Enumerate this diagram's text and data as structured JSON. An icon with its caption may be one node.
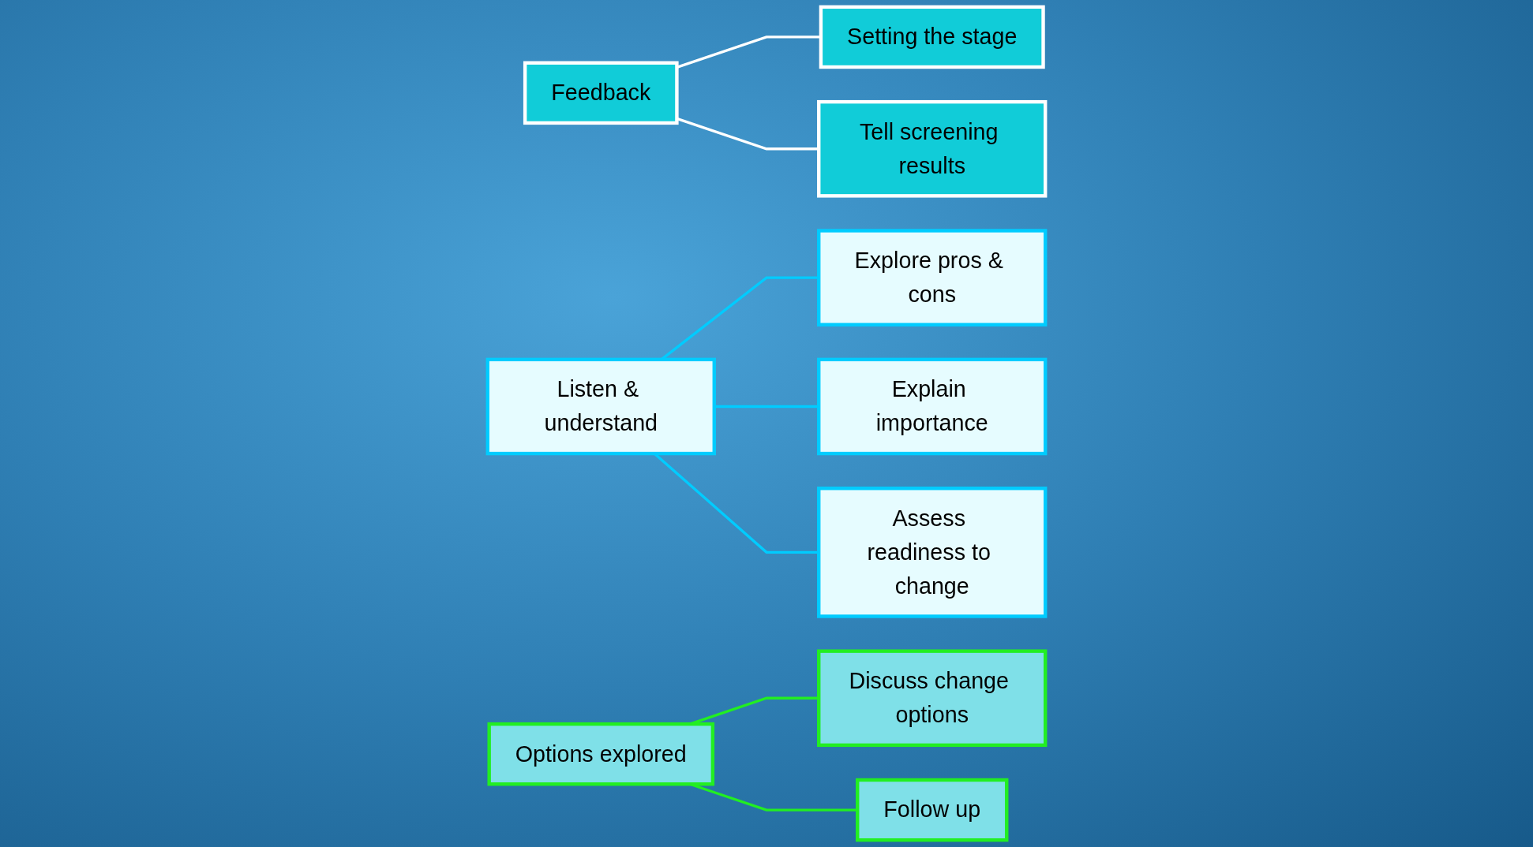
{
  "diagram": {
    "nodes": [
      {
        "text": [
          "Feedback"
        ]
      },
      {
        "text": [
          "Setting the stage"
        ]
      },
      {
        "text": [
          "Tell screening results"
        ]
      },
      {
        "text": [
          "Listen & understand"
        ]
      },
      {
        "text": [
          "Explore pros & cons"
        ]
      },
      {
        "text": [
          "Explain importance"
        ]
      },
      {
        "text": [
          "Assess readiness to change"
        ]
      },
      {
        "text": [
          "Options explored"
        ]
      },
      {
        "text": [
          "Discuss change options"
        ]
      },
      {
        "text": [
          "Follow up"
        ]
      }
    ],
    "edges": [
      {
        "from": 0,
        "to": 1,
        "arrow": "none",
        "color": "#ffffff"
      },
      {
        "from": 0,
        "to": 2,
        "arrow": "none",
        "color": "#ffffff"
      },
      {
        "from": 3,
        "to": 4,
        "arrow": "none"
      },
      {
        "from": 3,
        "to": 5,
        "arrow": "none"
      },
      {
        "from": 3,
        "to": 6,
        "arrow": "none"
      },
      {
        "from": 7,
        "to": 8,
        "arrow": "none",
        "color": "#22ee22"
      },
      {
        "from": 7,
        "to": 9,
        "arrow": "none",
        "color": "#22ee22"
      }
    ]
  }
}
